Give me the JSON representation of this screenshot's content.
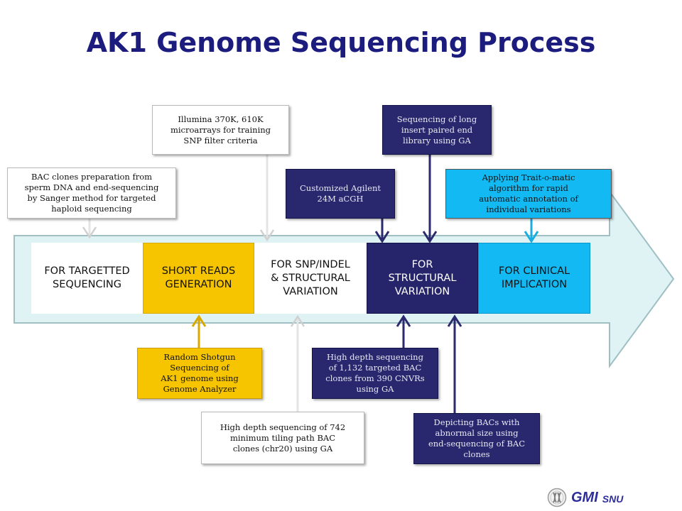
{
  "title": "AK1 Genome Sequencing Process",
  "colors": {
    "arrow_fill": "#dff3f5",
    "arrow_stroke": "#9fbfc3",
    "yellow": "#f6c500",
    "navy": "#26246a",
    "cyan": "#12b9f2",
    "connector_white": "#e4e4e4"
  },
  "stages": [
    {
      "label": "FOR TARGETTED\nSEQUENCING"
    },
    {
      "label": "SHORT READS\nGENERATION"
    },
    {
      "label": "FOR SNP/INDEL\n& STRUCTURAL\nVARIATION"
    },
    {
      "label": "FOR\nSTRUCTURAL\nVARIATION"
    },
    {
      "label": "FOR CLINICAL\nIMPLICATION"
    }
  ],
  "notes": {
    "bac_clones": "BAC clones preparation from\nsperm DNA and end-sequencing\nby Sanger method for targeted\nhaploid sequencing",
    "illumina": "Illumina 370K, 610K\nmicroarrays for training\nSNP filter criteria",
    "agilent": "Customized Agilent\n24M aCGH",
    "long_insert": "Sequencing of long\ninsert paired end\nlibrary using GA",
    "trait_o_matic": "Applying Trait-o-matic\nalgorithm for rapid\nautomatic annotation of\nindividual variations",
    "shotgun": "Random Shotgun\nSequencing of\nAK1 genome using\nGenome Analyzer",
    "high_depth_742": "High depth sequencing of 742\nminimum tiling path BAC\nclones (chr20) using GA",
    "high_depth_1132": "High depth sequencing\nof 1,132 targeted BAC\nclones from 390 CNVRs\nusing GA",
    "depicting_bacs": "Depicting BACs with\nabnormal size using\nend-sequencing of BAC\nclones"
  },
  "logo": {
    "main": "GMI",
    "sub": "SNU",
    "icon": "chromosome-logo-icon"
  }
}
